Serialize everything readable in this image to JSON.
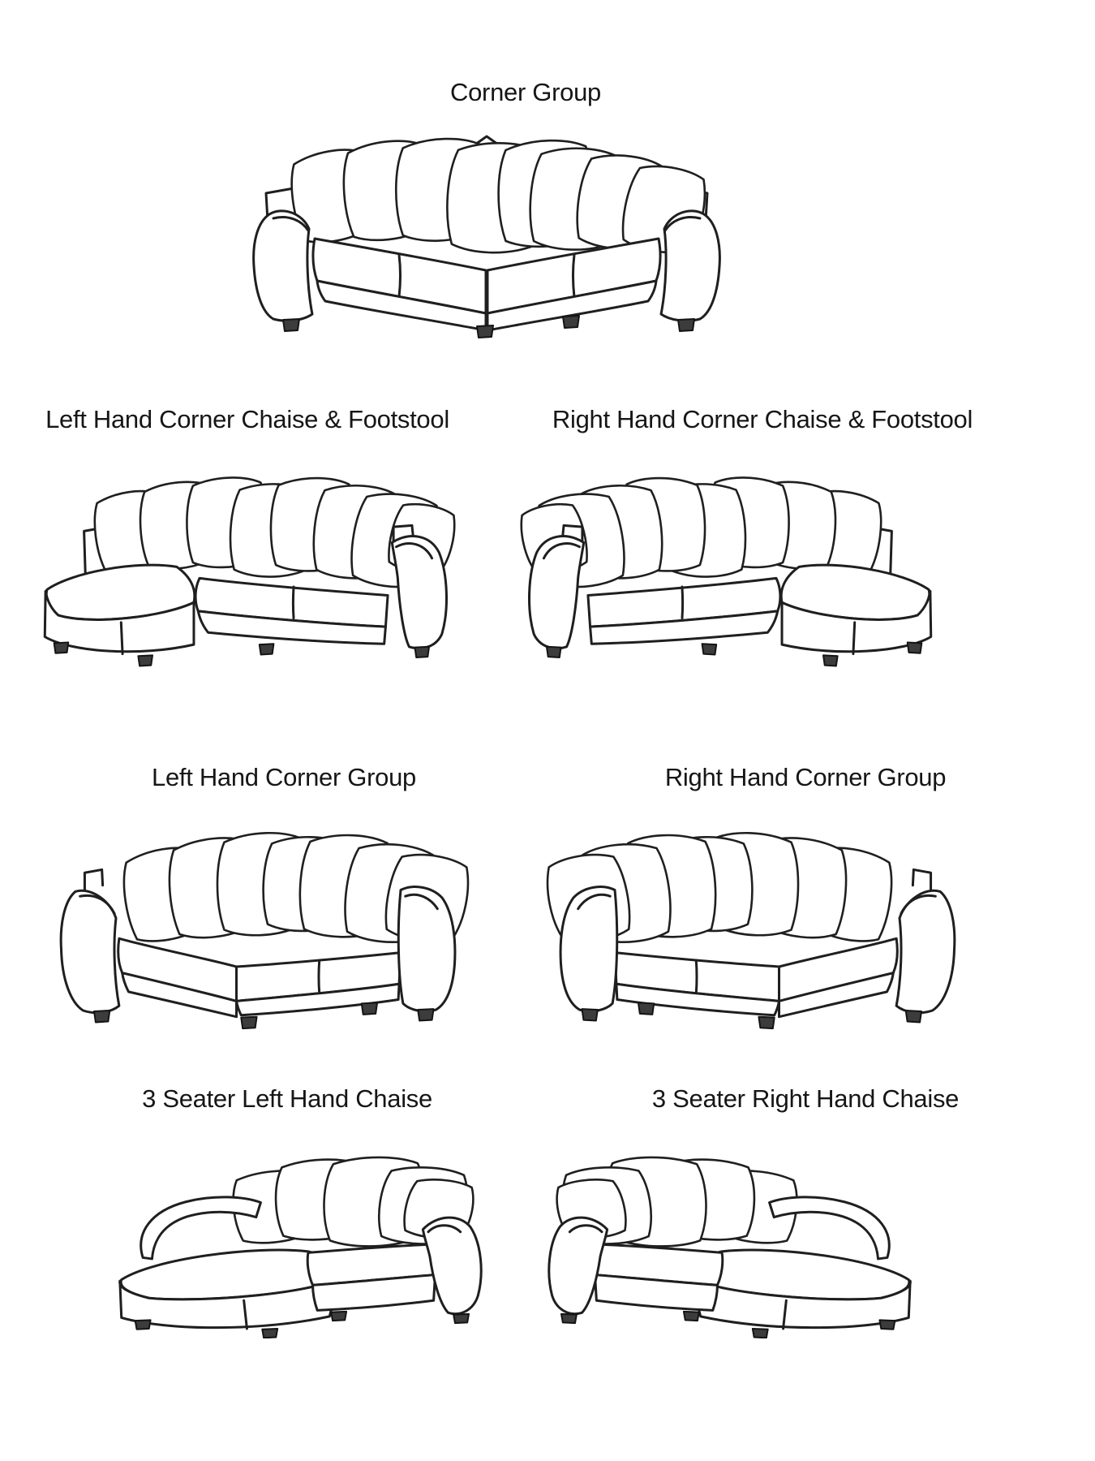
{
  "page": {
    "background_color": "#ffffff",
    "line_color": "#1f1f1f",
    "text_color": "#161616"
  },
  "sections": [
    {
      "label": "Corner Group",
      "orientation": "center",
      "illustration": "corner-group-sofa-line-drawing"
    },
    {
      "label": "Left Hand Corner Chaise & Footstool",
      "orientation": "left",
      "illustration": "corner-chaise-footstool-sofa-line-drawing"
    },
    {
      "label": "Right Hand Corner Chaise & Footstool",
      "orientation": "right",
      "illustration": "corner-chaise-footstool-sofa-line-drawing"
    },
    {
      "label": "Left Hand Corner Group",
      "orientation": "left",
      "illustration": "corner-group-sofa-line-drawing"
    },
    {
      "label": "Right Hand Corner Group",
      "orientation": "right",
      "illustration": "corner-group-sofa-line-drawing"
    },
    {
      "label": "3 Seater Left Hand Chaise",
      "orientation": "left",
      "illustration": "three-seater-chaise-sofa-line-drawing"
    },
    {
      "label": "3 Seater Right Hand Chaise",
      "orientation": "right",
      "illustration": "three-seater-chaise-sofa-line-drawing"
    }
  ]
}
